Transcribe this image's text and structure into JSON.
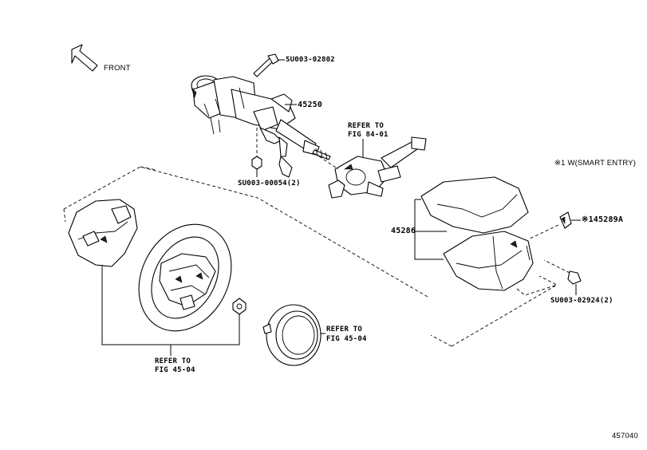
{
  "orientation": {
    "front_label": "FRONT",
    "arrow_icon": "front-arrow-icon"
  },
  "callouts": {
    "bolt_top": "SU003-02802",
    "column": "45250",
    "refer_switch_line1": "REFER TO",
    "refer_switch_line2": "FIG 84-01",
    "nut_column": "SU003-00054(2)",
    "smart_entry_note": "※1 W(SMART ENTRY)",
    "cover_part": "※145289A",
    "column_cover": "45286",
    "screw_cover": "SU003-02924(2)",
    "refer_pad_line1": "REFER TO",
    "refer_pad_line2": "FIG 45-04",
    "refer_wheel_line1": "REFER TO",
    "refer_wheel_line2": "FIG 45-04"
  },
  "figure_number": "457040"
}
